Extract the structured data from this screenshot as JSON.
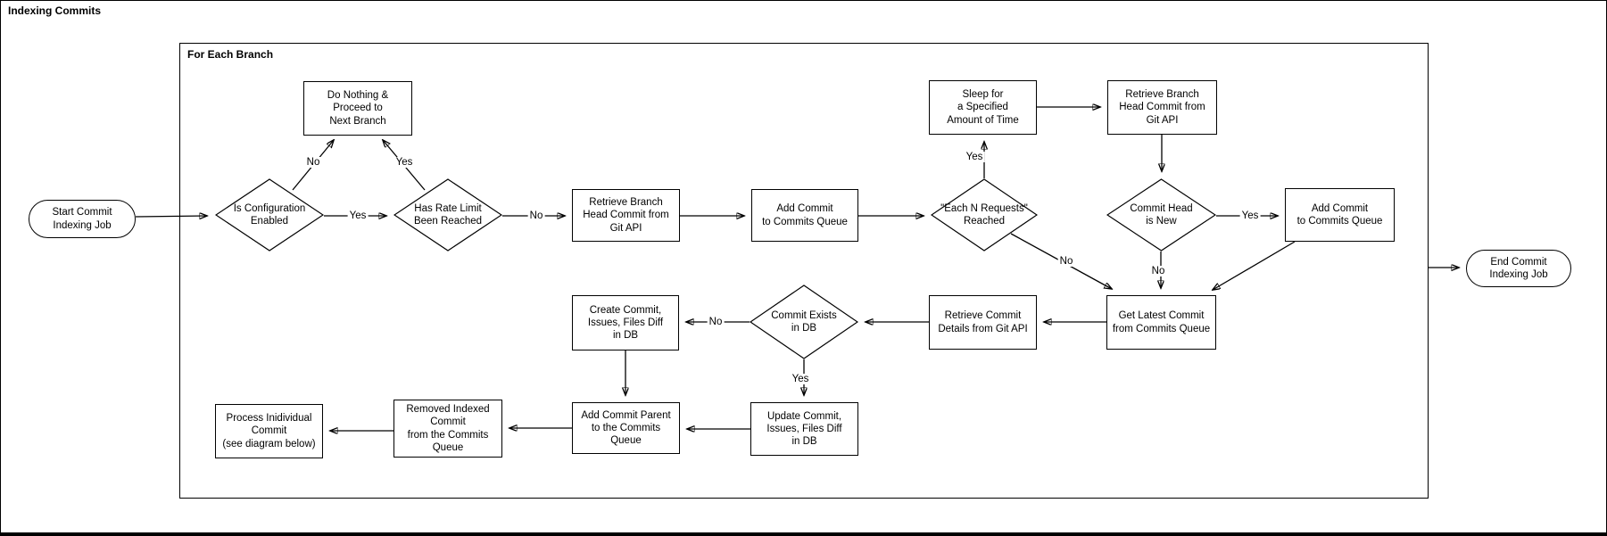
{
  "title": "Indexing Commits",
  "container_label": "For Each Branch",
  "colors": {
    "stroke": "#000000",
    "fill": "#ffffff",
    "text": "#000000"
  },
  "nodes": {
    "start": {
      "type": "terminator",
      "label": "Start Commit\nIndexing Job"
    },
    "is_configuration_enabled": {
      "type": "decision",
      "label": "Is Configuration\nEnabled"
    },
    "do_nothing": {
      "type": "process",
      "label": "Do Nothing &\nProceed to\nNext Branch"
    },
    "has_rate_limit_been_reached": {
      "type": "decision",
      "label": "Has Rate Limit\nBeen Reached"
    },
    "retrieve_branch_head_commit_1": {
      "type": "process",
      "label": "Retrieve Branch\nHead Commit from\nGit API"
    },
    "add_commit_to_commits_queue_1": {
      "type": "process",
      "label": "Add Commit\nto Commits Queue"
    },
    "each_n_requests_reached": {
      "type": "decision",
      "label": "\"Each N Requests\"\nReached"
    },
    "sleep": {
      "type": "process",
      "label": "Sleep for\na Specified\nAmount of Time"
    },
    "retrieve_branch_head_commit_2": {
      "type": "process",
      "label": "Retrieve Branch\nHead Commit from\nGit API"
    },
    "commit_head_is_new": {
      "type": "decision",
      "label": "Commit Head\nis New"
    },
    "add_commit_to_commits_queue_2": {
      "type": "process",
      "label": "Add Commit\nto Commits Queue"
    },
    "get_latest_commit": {
      "type": "process",
      "label": "Get Latest Commit\nfrom Commits Queue"
    },
    "retrieve_commit_details": {
      "type": "process",
      "label": "Retrieve Commit\nDetails from Git API"
    },
    "commit_exists_in_db": {
      "type": "decision",
      "label": "Commit Exists\nin DB"
    },
    "create_commit": {
      "type": "process",
      "label": "Create Commit,\nIssues, Files Diff\nin DB"
    },
    "update_commit": {
      "type": "process",
      "label": "Update Commit,\nIssues, Files Diff\nin DB"
    },
    "add_commit_parent": {
      "type": "process",
      "label": "Add Commit Parent\nto the Commits\nQueue"
    },
    "removed_indexed_commit": {
      "type": "process",
      "label": "Removed Indexed\nCommit\nfrom the Commits\nQueue"
    },
    "process_individual_commit": {
      "type": "process",
      "label": "Process Inidividual\nCommit\n(see diagram below)"
    },
    "end": {
      "type": "terminator",
      "label": "End Commit\nIndexing Job"
    }
  },
  "edge_labels": {
    "config_no": "No",
    "config_yes": "Yes",
    "rate_limit_yes": "Yes",
    "rate_limit_no": "No",
    "each_n_yes": "Yes",
    "each_n_no": "No",
    "commit_head_yes": "Yes",
    "commit_head_no": "No",
    "commit_exists_no": "No",
    "commit_exists_yes": "Yes"
  }
}
